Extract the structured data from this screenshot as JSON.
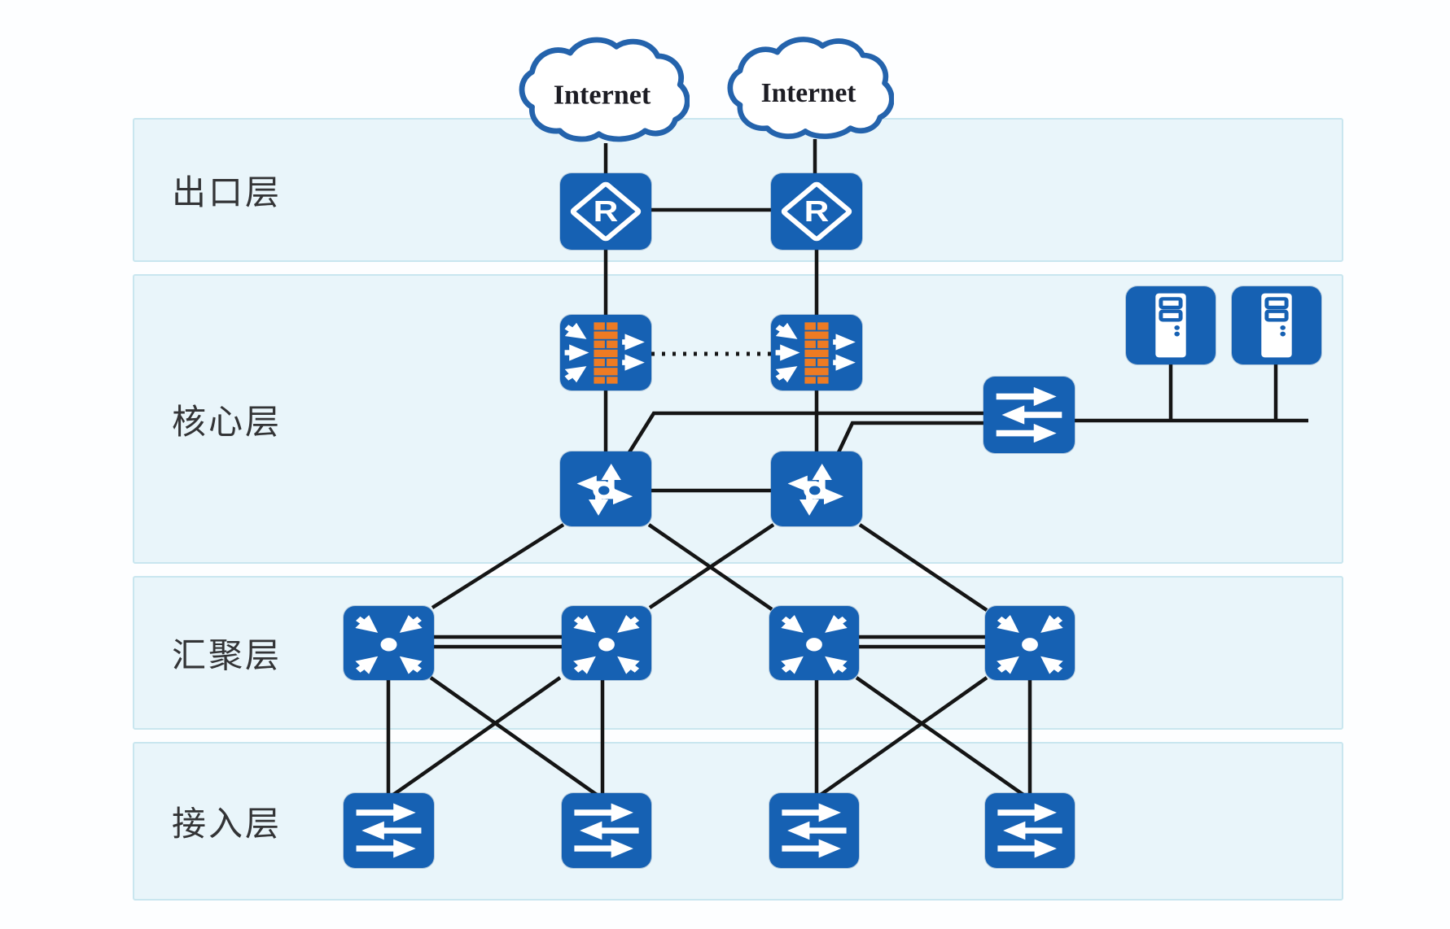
{
  "diagram": {
    "type": "network-topology",
    "layers": [
      {
        "label": "出口层"
      },
      {
        "label": "核心层"
      },
      {
        "label": "汇聚层"
      },
      {
        "label": "接入层"
      }
    ],
    "clouds": [
      {
        "label": "Internet"
      },
      {
        "label": "Internet"
      }
    ],
    "nodes": {
      "router_letter": "R",
      "routers": [
        "egress-router-1",
        "egress-router-2"
      ],
      "firewalls": [
        "firewall-1",
        "firewall-2"
      ],
      "core_switches": [
        "core-switch-1",
        "core-switch-2"
      ],
      "server_farm_switch": "server-farm-switch",
      "servers": [
        "server-1",
        "server-2"
      ],
      "aggregation_switches": [
        "aggregation-switch-1",
        "aggregation-switch-2",
        "aggregation-switch-3",
        "aggregation-switch-4"
      ],
      "access_switches": [
        "access-switch-1",
        "access-switch-2",
        "access-switch-3",
        "access-switch-4"
      ]
    },
    "icons": {
      "cloud": "cloud-icon",
      "router": "router-icon",
      "firewall": "firewall-icon",
      "core_switch": "l3-switch-icon",
      "aggregation_switch": "aggregation-switch-icon",
      "access_switch": "lan-switch-icon",
      "server": "server-icon"
    },
    "colors": {
      "node_blue": "#1661b3",
      "brick_orange": "#ee7b23",
      "wire_black": "#151515",
      "band_fill": "#e9f5fa",
      "band_border": "#c9e6ef",
      "cloud_stroke": "#2463ac",
      "label_color": "#333436",
      "cloud_text": "#1d1d24"
    },
    "links": {
      "firewall_heartbeat_style": "dotted",
      "aggregation_pair_links": "double"
    }
  }
}
